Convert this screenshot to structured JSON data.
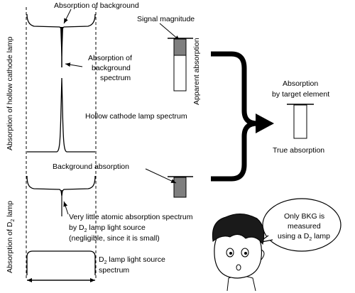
{
  "labels": {
    "absorption_of_background": "Absorption of background",
    "signal_magnitude": "Signal magnitude",
    "apparent_absorption": "Apparent absorption",
    "absorption_of_background_spectrum": [
      "Absorption of",
      "background",
      "spectrum"
    ],
    "hollow_cathode_lamp_spectrum": "Hollow cathode lamp spectrum",
    "y_axis_hollow": "Absorption of hollow cathode lamp",
    "absorption_by_target_element": [
      "Absorption",
      "by target element"
    ],
    "true_absorption": "True absorption",
    "background_absorption": "Background absorption",
    "very_little_atomic": [
      "Very little atomic absorption spectrum",
      "by D",
      "2",
      " lamp light source",
      "(negligible, since it is small)"
    ],
    "y_axis_d2": [
      "Absorption of D",
      "2",
      " lamp"
    ],
    "d2_lamp_light_source_spectrum": [
      "D",
      "2",
      " lamp light source",
      "spectrum"
    ],
    "speech_bubble": [
      "Only BKG is",
      "measured",
      "using a D",
      "2",
      " lamp"
    ]
  },
  "colors": {
    "line": "#000000",
    "gray_fill": "#7f7f7f",
    "arrow": "#000000"
  }
}
